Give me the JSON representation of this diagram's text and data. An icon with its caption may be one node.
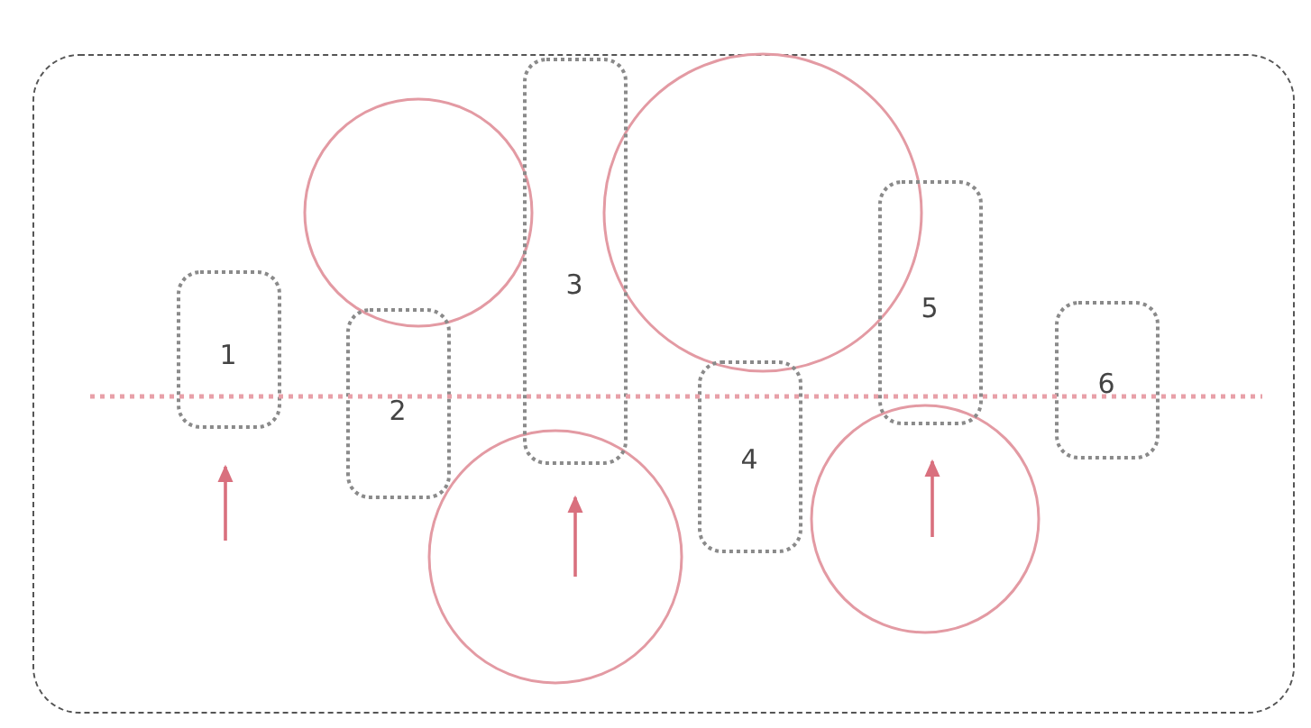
{
  "diagram": {
    "nodes": [
      {
        "text": [],
        "shape": "box"
      },
      {
        "text": [
          "1"
        ],
        "in": 0
      },
      {
        "text": [
          "2"
        ],
        "in": 0
      },
      {
        "text": [
          "3"
        ],
        "in": 0
      },
      {
        "text": [
          "4"
        ],
        "in": 0
      },
      {
        "text": [
          "5"
        ],
        "in": 0
      },
      {
        "text": [
          "6"
        ],
        "in": 0
      },
      {
        "text": [],
        "shape": "circle",
        "in": 0
      },
      {
        "text": [],
        "shape": "circle",
        "in": 0
      },
      {
        "text": [],
        "shape": "circle",
        "in": 0
      },
      {
        "text": [],
        "shape": "circle",
        "in": 0
      }
    ]
  }
}
